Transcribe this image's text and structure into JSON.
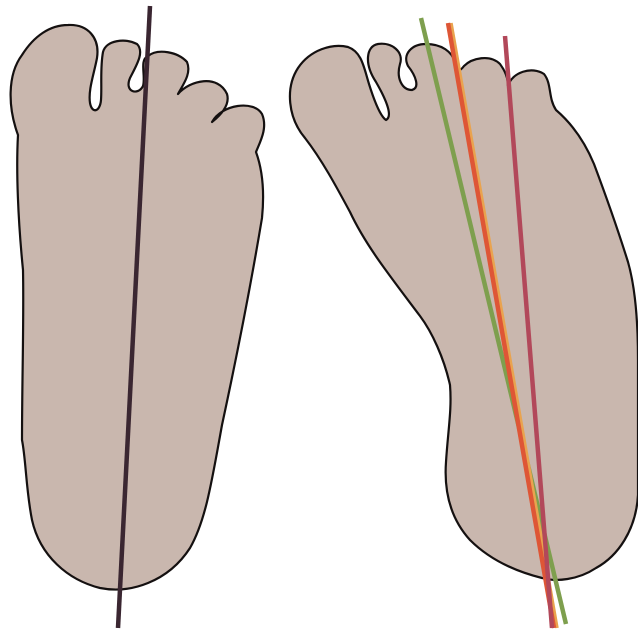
{
  "colors": {
    "background": "#ffffff",
    "foot_fill": "#c9b7ae",
    "foot_outline": "#141010",
    "axis_straight_foot": "#3a2631",
    "axis_green": "#7e9f4e",
    "axis_orange": "#e9a34f",
    "axis_red_orange": "#de5636",
    "axis_crimson": "#b2485a"
  },
  "feet": [
    {
      "id": "straight-foot",
      "description_shape": "normal-alignment",
      "axes": [
        "axis_straight_foot"
      ]
    },
    {
      "id": "curved-foot",
      "description_shape": "metatarsus-adductus",
      "axes": [
        "axis_green",
        "axis_orange",
        "axis_red_orange",
        "axis_crimson"
      ]
    }
  ]
}
